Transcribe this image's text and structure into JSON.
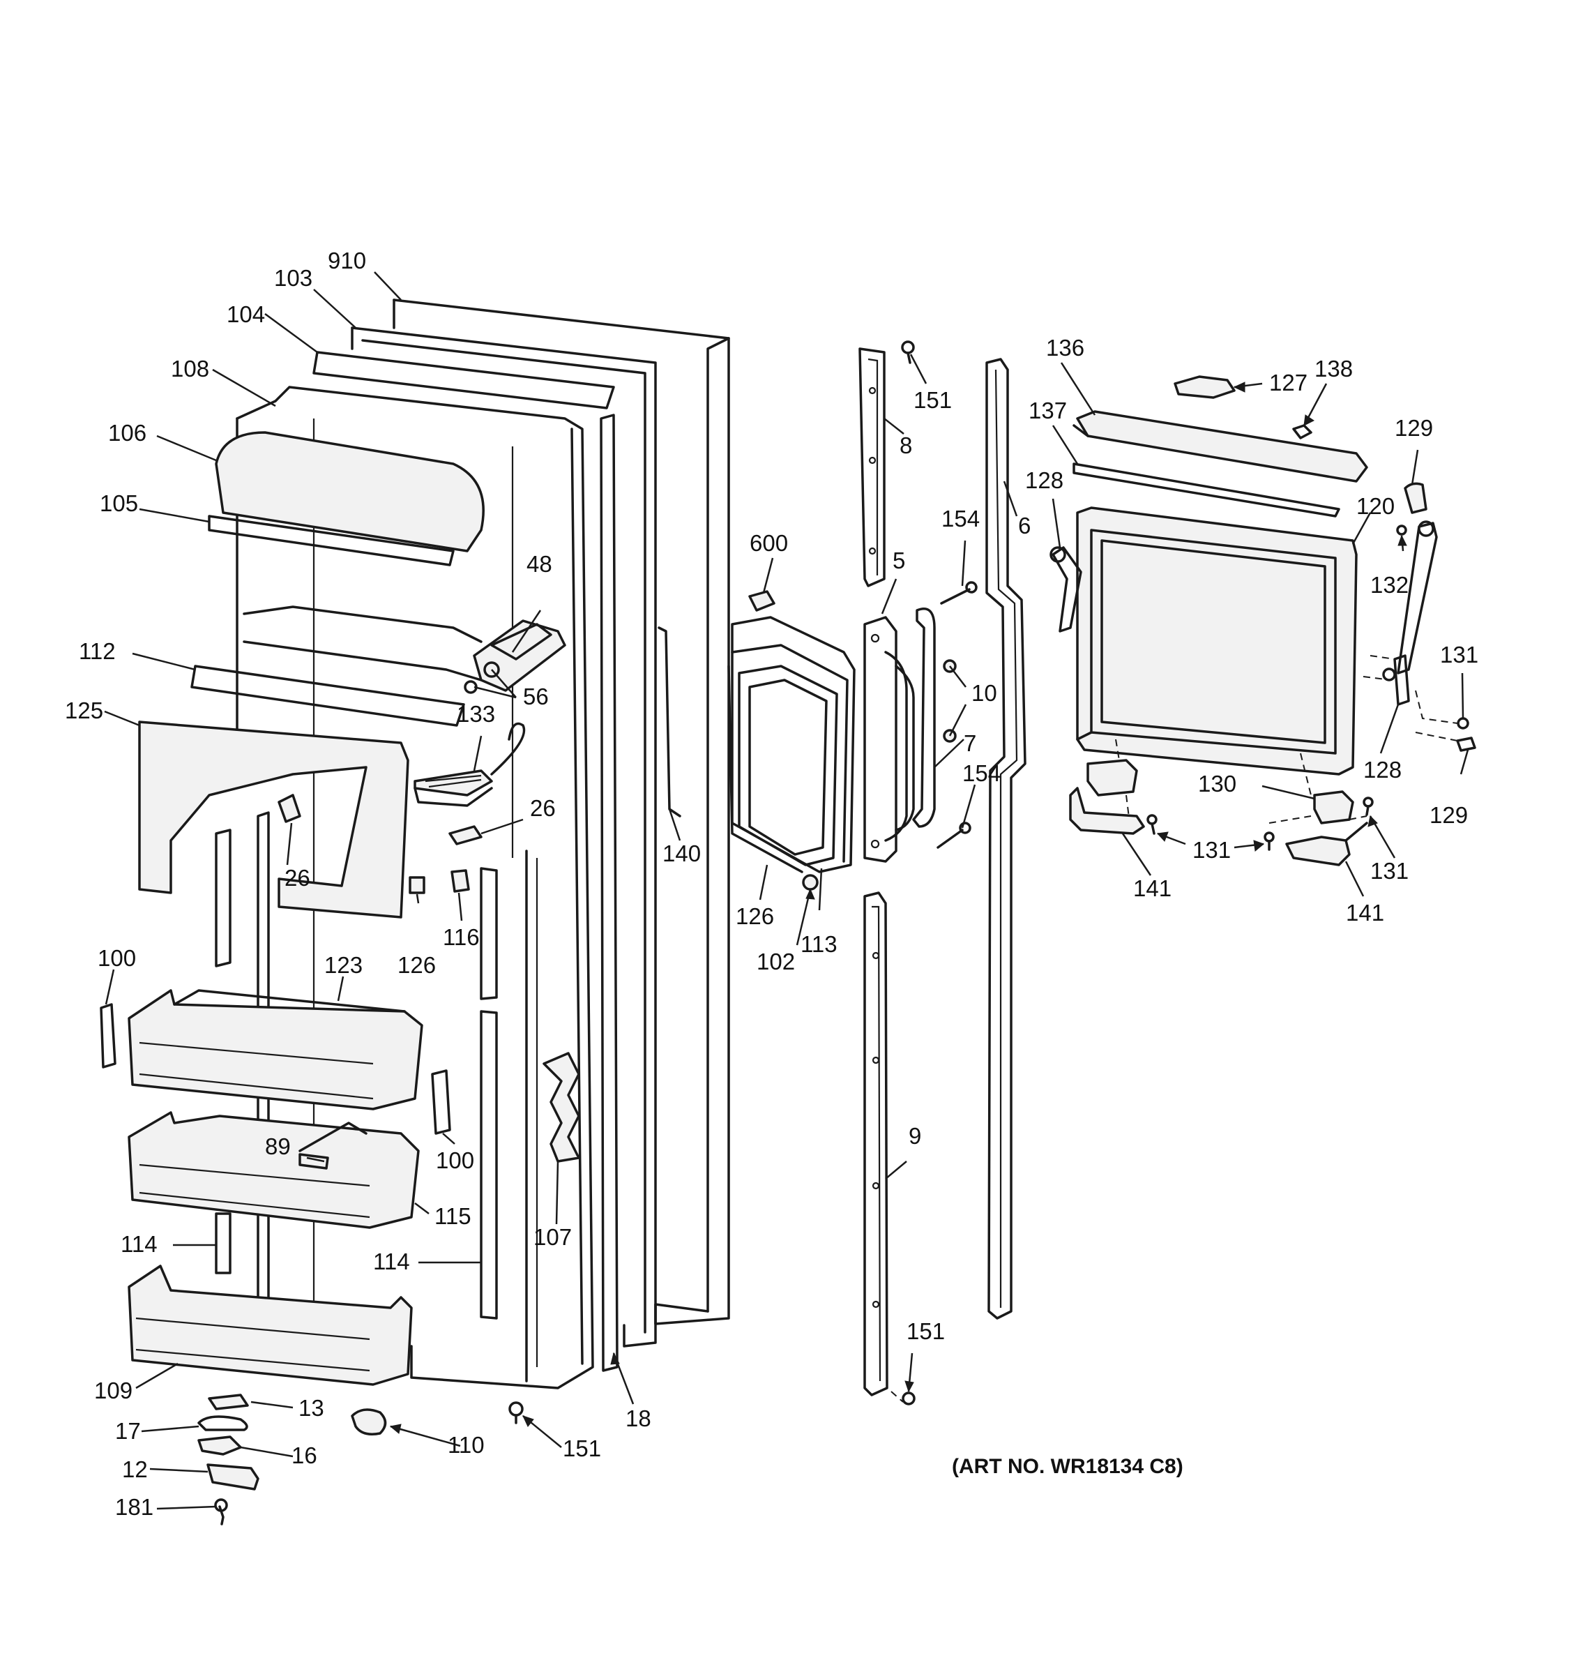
{
  "art_number": "(ART NO. WR18134 C8)",
  "callouts": [
    {
      "id": "c910",
      "text": "910"
    },
    {
      "id": "c103",
      "text": "103"
    },
    {
      "id": "c104",
      "text": "104"
    },
    {
      "id": "c108",
      "text": "108"
    },
    {
      "id": "c106",
      "text": "106"
    },
    {
      "id": "c105",
      "text": "105"
    },
    {
      "id": "c48",
      "text": "48"
    },
    {
      "id": "c112",
      "text": "112"
    },
    {
      "id": "c56",
      "text": "56"
    },
    {
      "id": "c125",
      "text": "125"
    },
    {
      "id": "c133",
      "text": "133"
    },
    {
      "id": "c26a",
      "text": "26"
    },
    {
      "id": "c26b",
      "text": "26"
    },
    {
      "id": "c126a",
      "text": "126"
    },
    {
      "id": "c116",
      "text": "116"
    },
    {
      "id": "c100a",
      "text": "100"
    },
    {
      "id": "c123",
      "text": "123"
    },
    {
      "id": "c100b",
      "text": "100"
    },
    {
      "id": "c89",
      "text": "89"
    },
    {
      "id": "c115",
      "text": "115"
    },
    {
      "id": "c114a",
      "text": "114"
    },
    {
      "id": "c114b",
      "text": "114"
    },
    {
      "id": "c107",
      "text": "107"
    },
    {
      "id": "c109",
      "text": "109"
    },
    {
      "id": "c13",
      "text": "13"
    },
    {
      "id": "c17",
      "text": "17"
    },
    {
      "id": "c16",
      "text": "16"
    },
    {
      "id": "c12",
      "text": "12"
    },
    {
      "id": "c181",
      "text": "181"
    },
    {
      "id": "c110",
      "text": "110"
    },
    {
      "id": "c151a",
      "text": "151"
    },
    {
      "id": "c18",
      "text": "18"
    },
    {
      "id": "c140",
      "text": "140"
    },
    {
      "id": "c600",
      "text": "600"
    },
    {
      "id": "c126b",
      "text": "126"
    },
    {
      "id": "c102",
      "text": "102"
    },
    {
      "id": "c113",
      "text": "113"
    },
    {
      "id": "c151b",
      "text": "151"
    },
    {
      "id": "c8",
      "text": "8"
    },
    {
      "id": "c5",
      "text": "5"
    },
    {
      "id": "c154a",
      "text": "154"
    },
    {
      "id": "c10",
      "text": "10"
    },
    {
      "id": "c7",
      "text": "7"
    },
    {
      "id": "c154b",
      "text": "154"
    },
    {
      "id": "c6",
      "text": "6"
    },
    {
      "id": "c9",
      "text": "9"
    },
    {
      "id": "c151c",
      "text": "151"
    },
    {
      "id": "c136",
      "text": "136"
    },
    {
      "id": "c127",
      "text": "127"
    },
    {
      "id": "c138",
      "text": "138"
    },
    {
      "id": "c137",
      "text": "137"
    },
    {
      "id": "c129a",
      "text": "129"
    },
    {
      "id": "c128a",
      "text": "128"
    },
    {
      "id": "c120",
      "text": "120"
    },
    {
      "id": "c132",
      "text": "132"
    },
    {
      "id": "c131a",
      "text": "131"
    },
    {
      "id": "c128b",
      "text": "128"
    },
    {
      "id": "c129b",
      "text": "129"
    },
    {
      "id": "c130",
      "text": "130"
    },
    {
      "id": "c131b",
      "text": "131"
    },
    {
      "id": "c131c",
      "text": "131"
    },
    {
      "id": "c141a",
      "text": "141"
    },
    {
      "id": "c141b",
      "text": "141"
    }
  ]
}
